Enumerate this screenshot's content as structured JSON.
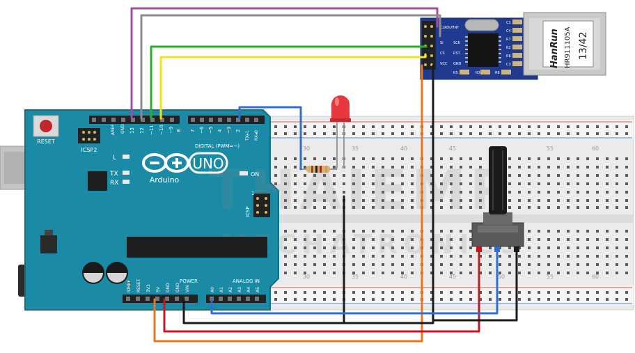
{
  "arduino": {
    "reset_label": "RESET",
    "icsp2_label": "ICSP2",
    "icsp_label": "ICSP",
    "aref_label": "AREF",
    "gnd_label": "GND",
    "top_pins_left": [
      "13",
      "12",
      "~11",
      "~10",
      "~9",
      "8"
    ],
    "top_pins_right": [
      "7",
      "~6",
      "~5",
      "4",
      "~3",
      "2",
      "TX▸1",
      "RX◂0"
    ],
    "digital_label": "DIGITAL (PWM=~)",
    "l_label": "L",
    "tx_label": "TX",
    "rx_label": "RX",
    "uno_label": "UNO",
    "brand_label": "Arduino",
    "on_label": "ON",
    "icsp_pin_num": "1",
    "power_pins": [
      "IOREF",
      "RESET",
      "3V3",
      "5V",
      "GND",
      "GND",
      "VIN"
    ],
    "power_label": "POWER",
    "analog_pins": [
      "A0",
      "A1",
      "A2",
      "A3",
      "A4",
      "A5"
    ],
    "analog_label": "ANALOG IN"
  },
  "ethernet_module": {
    "pin_labels_left": [
      "CLKOUT",
      "SI",
      "CS",
      "VCC"
    ],
    "pin_labels_right": [
      "INT",
      "SCK",
      "RST",
      "GND"
    ],
    "jack_brand": "HanRun",
    "jack_model": "HR911105A",
    "jack_code": "13/42",
    "components": [
      "C1",
      "C4",
      "R7",
      "R2",
      "R6",
      "C3",
      "R3",
      "R5",
      "R8"
    ]
  },
  "breadboard": {
    "column_numbers": [
      "30",
      "35",
      "40",
      "45",
      "50",
      "55",
      "60"
    ]
  },
  "watermark": {
    "line1": "THAIEMP",
    "line2": "MECHATRONICS"
  },
  "colors": {
    "board_blue": "#1b8aa5",
    "wire_purple": "#a24ba6",
    "wire_gray": "#8c8c8c",
    "wire_green": "#27b02a",
    "wire_yellow": "#f1e21a",
    "wire_blue": "#2f6fd1",
    "wire_orange": "#e8761e",
    "wire_red": "#c8171c",
    "wire_black": "#1a1a1a",
    "module_blue": "#1f3a8f"
  }
}
